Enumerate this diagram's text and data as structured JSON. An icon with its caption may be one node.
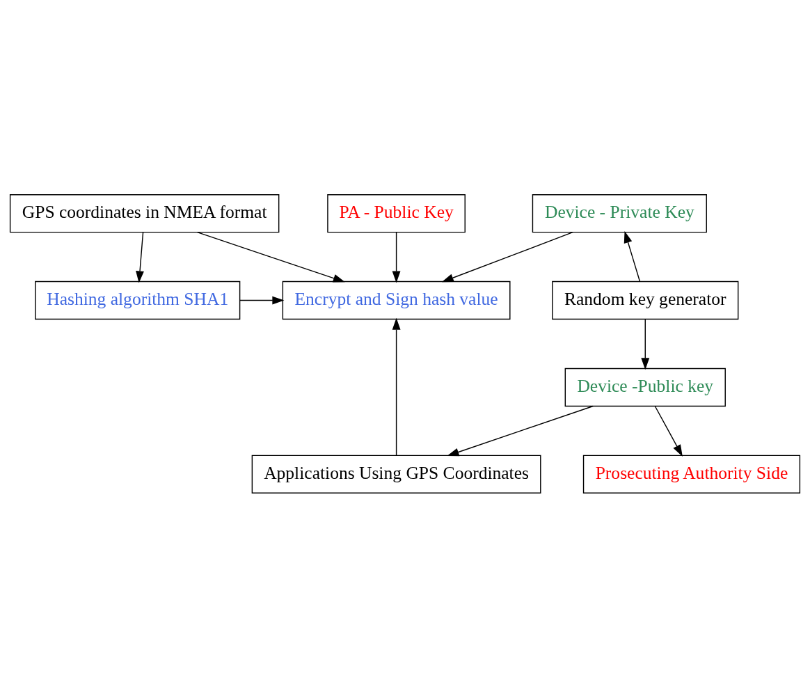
{
  "diagram": {
    "nodes": [
      {
        "text": [
          "GPS coordinates in NMEA format"
        ]
      },
      {
        "text": [
          "PA - Public Key"
        ]
      },
      {
        "text": [
          "Device - Private Key"
        ]
      },
      {
        "text": [
          "Hashing algorithm SHA1"
        ]
      },
      {
        "text": [
          "Encrypt and Sign hash value"
        ]
      },
      {
        "text": [
          "Random key generator"
        ]
      },
      {
        "text": [
          "Device -Public key"
        ]
      },
      {
        "text": [
          "Applications Using GPS Coordinates"
        ]
      },
      {
        "text": [
          "Prosecuting Authority Side"
        ]
      }
    ],
    "edges": [
      {
        "from": 0,
        "to": 3,
        "arrow": "to"
      },
      {
        "from": 0,
        "to": 4,
        "arrow": "to"
      },
      {
        "from": 1,
        "to": 4,
        "arrow": "to"
      },
      {
        "from": 2,
        "to": 4,
        "arrow": "to"
      },
      {
        "from": 3,
        "to": 4,
        "arrow": "to"
      },
      {
        "from": 5,
        "to": 2,
        "arrow": "to"
      },
      {
        "from": 5,
        "to": 6,
        "arrow": "to"
      },
      {
        "from": 7,
        "to": 4,
        "arrow": "to"
      },
      {
        "from": 6,
        "to": 7,
        "arrow": "to"
      },
      {
        "from": 6,
        "to": 8,
        "arrow": "to"
      }
    ]
  }
}
